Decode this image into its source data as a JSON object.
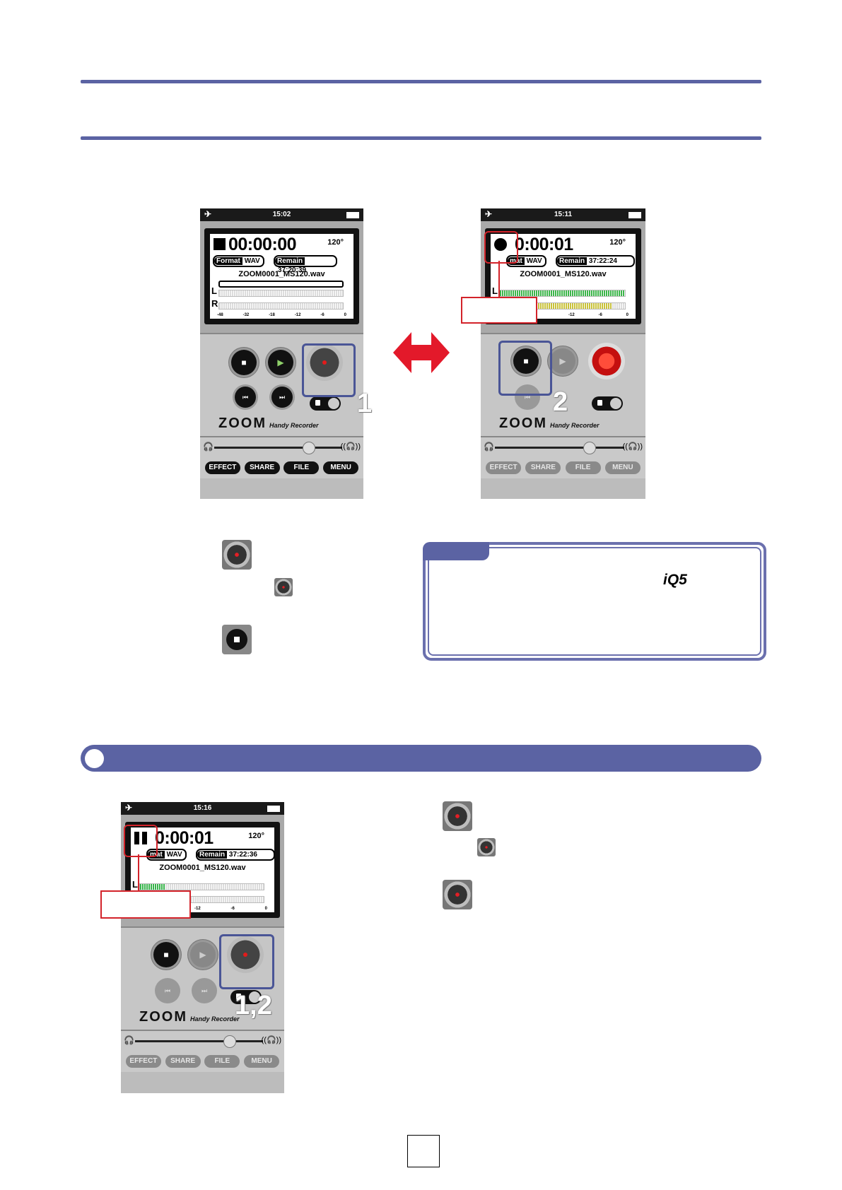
{
  "phones": [
    {
      "id": "stopped",
      "clock": "15:02",
      "state": "stop",
      "counter": "00:00:00",
      "tempo": "120°",
      "format_key": "Format",
      "format_val": "WAV",
      "remain_key": "Remain",
      "remain_val": "37:20:39",
      "filename": "ZOOM0001_MS120.wav",
      "scale": [
        "-48",
        "-32",
        "-18",
        "-12",
        "-6",
        "0"
      ],
      "brand": "ZOOM",
      "brand_sub": "Handy Recorder",
      "tabs": [
        "EFFECT",
        "SHARE",
        "FILE",
        "MENU"
      ],
      "step": "1"
    },
    {
      "id": "recording",
      "clock": "15:11",
      "state": "rec",
      "counter": "0:00:01",
      "tempo": "120°",
      "format_key": "mat",
      "format_val": "WAV",
      "remain_key": "Remain",
      "remain_val": "37:22:24",
      "filename": "ZOOM0001_MS120.wav",
      "scale": [
        "-12",
        "-6",
        "0"
      ],
      "brand": "ZOOM",
      "brand_sub": "Handy Recorder",
      "tabs": [
        "EFFECT",
        "SHARE",
        "FILE",
        "MENU"
      ],
      "step": "2"
    },
    {
      "id": "paused",
      "clock": "15:16",
      "state": "pause",
      "counter": "0:00:01",
      "tempo": "120°",
      "format_key": "mat",
      "format_val": "WAV",
      "remain_key": "Remain",
      "remain_val": "37:22:36",
      "filename": "ZOOM0001_MS120.wav",
      "scale": [
        "-12",
        "-6",
        "0"
      ],
      "brand": "ZOOM",
      "brand_sub": "Handy Recorder",
      "tabs": [
        "EFFECT",
        "SHARE",
        "FILE",
        "MENU"
      ],
      "step": "1,2"
    }
  ],
  "meter_labels": {
    "left": "L",
    "right": "R"
  },
  "note": {
    "logo": "iQ5"
  },
  "colors": {
    "accent": "#5b63a3",
    "callout": "#d3232a",
    "highlight": "#4a5596"
  }
}
